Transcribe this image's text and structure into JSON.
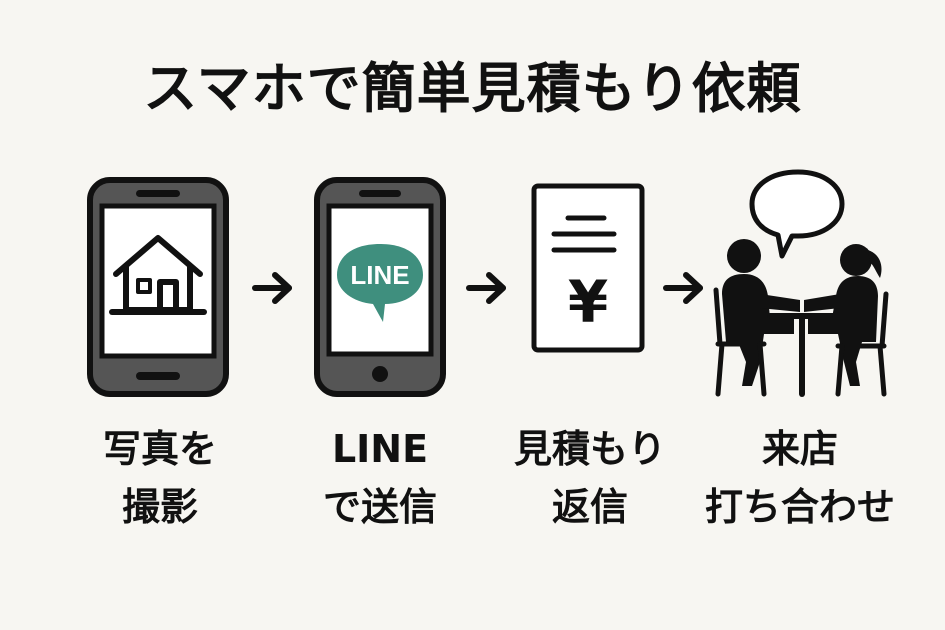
{
  "title": "スマホで簡単見積もり依頼",
  "steps": [
    {
      "icon": "phone-house-icon",
      "caption_lines": [
        "写真を",
        "撮影"
      ]
    },
    {
      "icon": "phone-line-icon",
      "badge_text": "LINE",
      "badge_color": "#3f8f7e",
      "caption_lines": [
        "LINE",
        "で送信"
      ]
    },
    {
      "icon": "estimate-document-icon",
      "currency_symbol": "¥",
      "caption_lines": [
        "見積もり",
        "返信"
      ]
    },
    {
      "icon": "meeting-people-icon",
      "caption_lines": [
        "来店",
        "打ち合わせ"
      ]
    }
  ],
  "arrow_icon": "arrow-right-icon"
}
